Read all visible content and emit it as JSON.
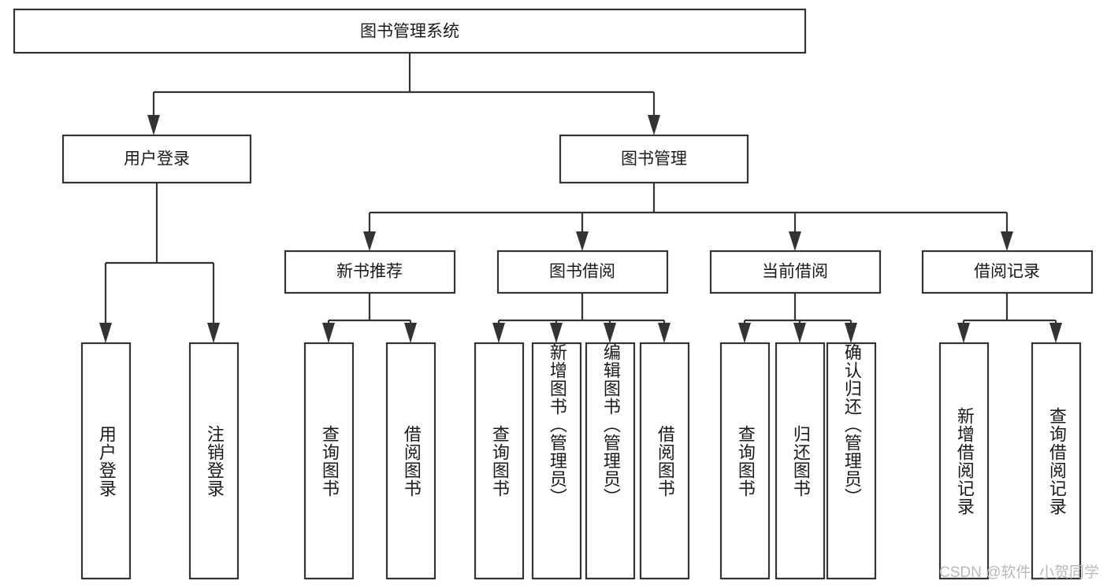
{
  "diagram": {
    "title": "图书管理系统",
    "type": "tree-hierarchy",
    "root": {
      "label": "图书管理系统",
      "id": "root"
    },
    "level2": [
      {
        "id": "user-login",
        "label": "用户登录"
      },
      {
        "id": "book-manage",
        "label": "图书管理"
      }
    ],
    "level3": [
      {
        "id": "new-book-rec",
        "label": "新书推荐",
        "parent": "book-manage"
      },
      {
        "id": "book-borrow",
        "label": "图书借阅",
        "parent": "book-manage"
      },
      {
        "id": "current-borrow",
        "label": "当前借阅",
        "parent": "book-manage"
      },
      {
        "id": "borrow-record",
        "label": "借阅记录",
        "parent": "book-manage"
      }
    ],
    "leaves": {
      "user-login": [
        {
          "id": "leaf-user-login",
          "label": "用户登录"
        },
        {
          "id": "leaf-user-logout",
          "label": "注销登录"
        }
      ],
      "new-book-rec": [
        {
          "id": "leaf-query-book-1",
          "label": "查询图书"
        },
        {
          "id": "leaf-borrow-book-1",
          "label": "借阅图书"
        }
      ],
      "book-borrow": [
        {
          "id": "leaf-query-book-2",
          "label": "查询图书"
        },
        {
          "id": "leaf-add-book",
          "label": "新增图书（管理员）"
        },
        {
          "id": "leaf-edit-book",
          "label": "编辑图书（管理员）"
        },
        {
          "id": "leaf-borrow-book-2",
          "label": "借阅图书"
        }
      ],
      "current-borrow": [
        {
          "id": "leaf-query-book-3",
          "label": "查询图书"
        },
        {
          "id": "leaf-return-book",
          "label": "归还图书"
        },
        {
          "id": "leaf-confirm-return",
          "label": "确认归还（管理员）"
        }
      ],
      "borrow-record": [
        {
          "id": "leaf-add-record",
          "label": "新增借阅记录"
        },
        {
          "id": "leaf-query-record",
          "label": "查询借阅记录"
        }
      ]
    }
  },
  "watermark": {
    "text": "CSDN @软件_小贺同学"
  },
  "colors": {
    "stroke": "#333333",
    "box_fill": "#ffffff",
    "text": "#1a1a1a",
    "watermark": "#b9b9b9",
    "background": "#ffffff"
  }
}
